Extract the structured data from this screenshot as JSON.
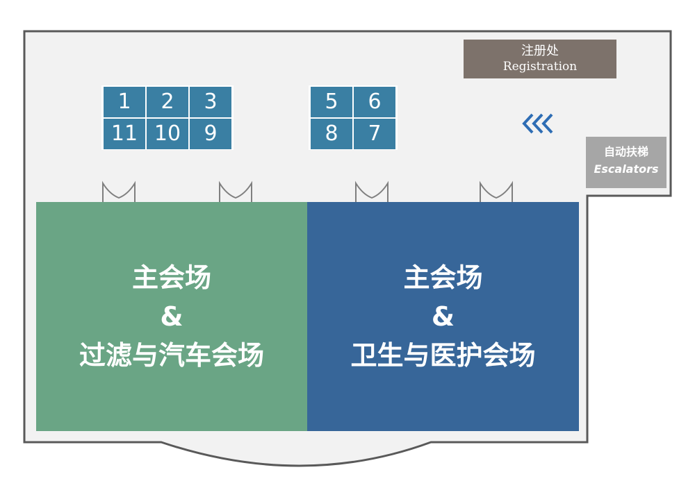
{
  "registration": {
    "label_zh": "注册处",
    "label_en": "Registration"
  },
  "escalators": {
    "label_zh": "自动扶梯",
    "label_en": "Escalators"
  },
  "booths_group_a": [
    "1",
    "2",
    "3",
    "11",
    "10",
    "9"
  ],
  "booths_group_b": [
    "5",
    "6",
    "8",
    "7"
  ],
  "halls": [
    {
      "line1": "主会场",
      "line2": "&",
      "line3": "过滤与汽车会场",
      "color": "#6aa585"
    },
    {
      "line1": "主会场",
      "line2": "&",
      "line3": "卫生与医护会场",
      "color": "#376699"
    }
  ],
  "arrow_icon": "triple-chevron-left-icon",
  "door_icon": "door-swing-icon",
  "colors": {
    "booth": "#3a7fa3",
    "registration": "#7d726b",
    "escalators": "#a6a6a6",
    "arrow": "#2e6db4"
  }
}
